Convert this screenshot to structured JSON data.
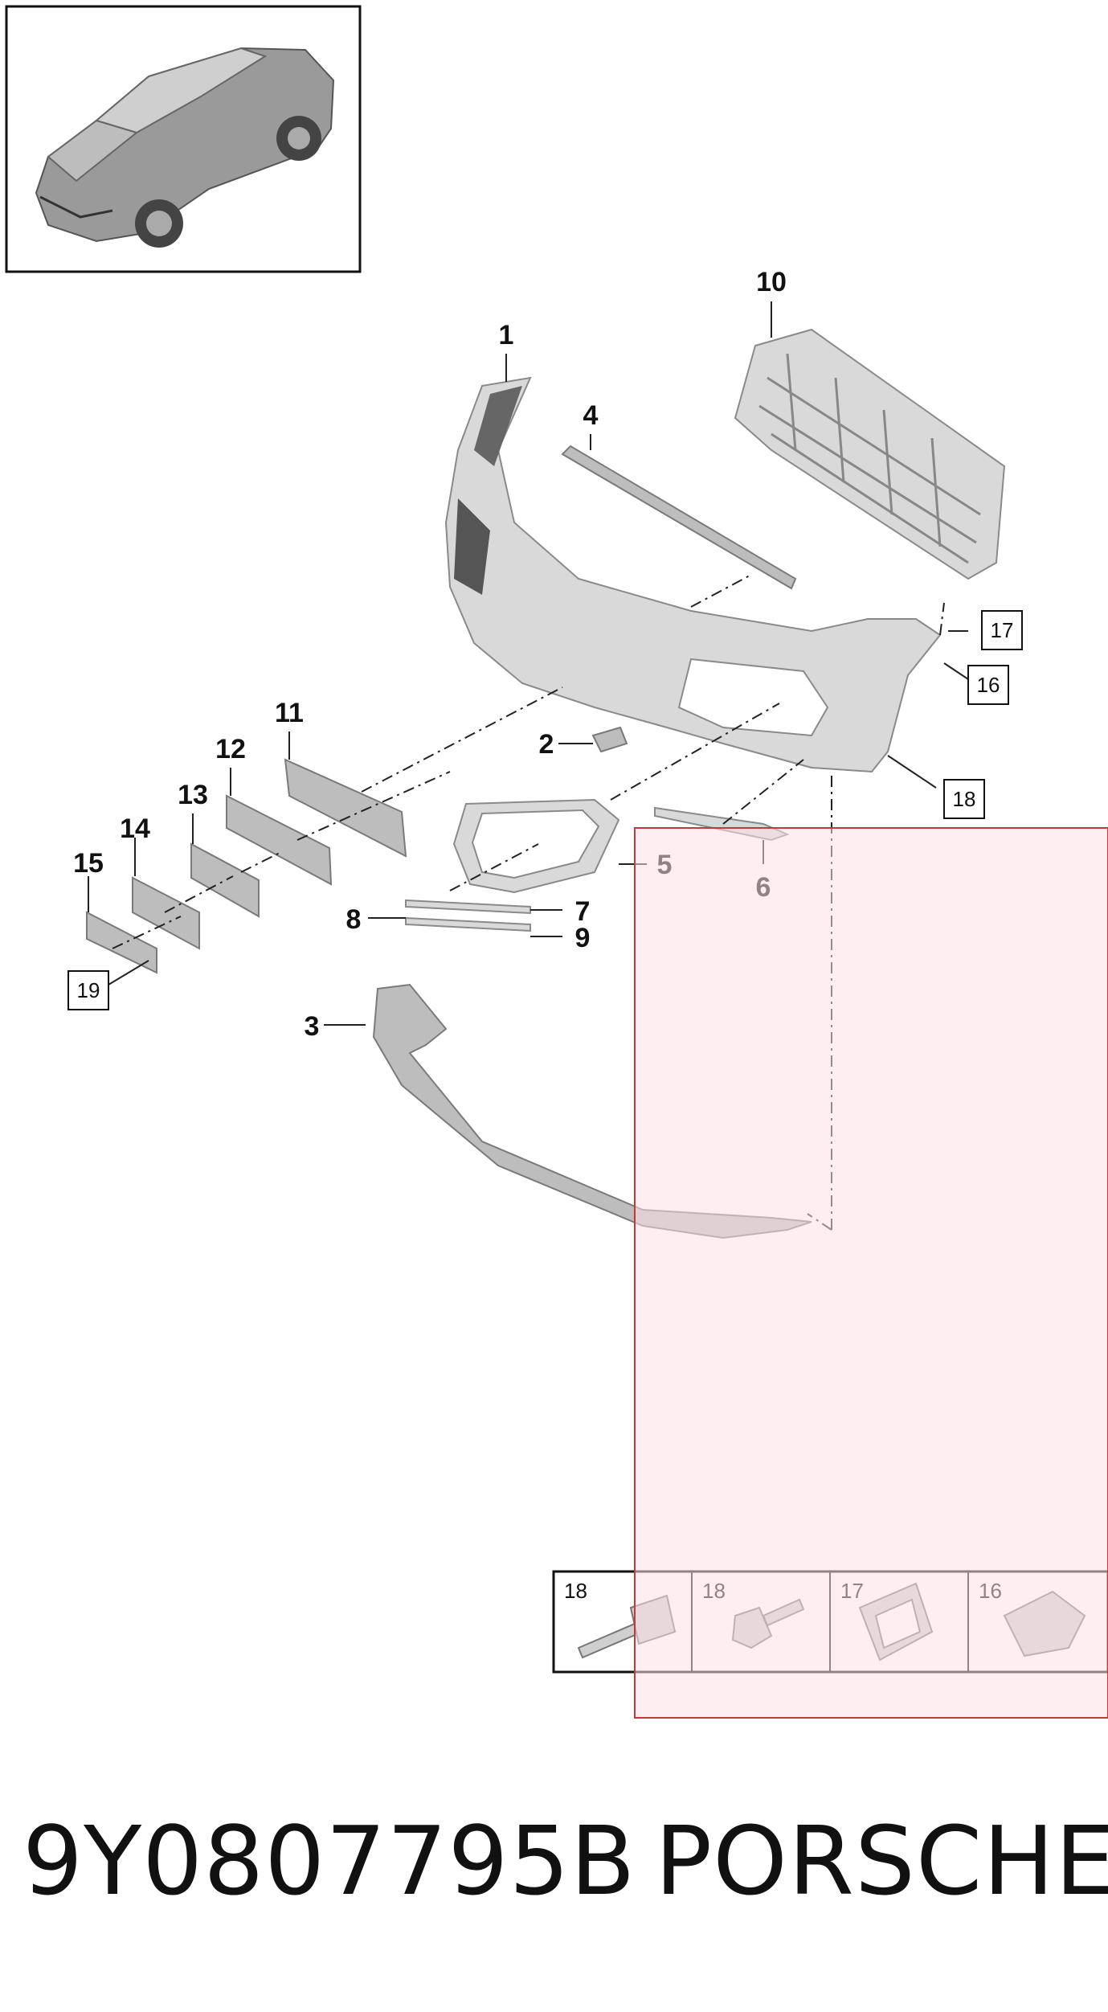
{
  "callouts": [
    {
      "id": "1",
      "label": "1"
    },
    {
      "id": "2",
      "label": "2"
    },
    {
      "id": "3",
      "label": "3"
    },
    {
      "id": "4",
      "label": "4"
    },
    {
      "id": "5",
      "label": "5"
    },
    {
      "id": "6",
      "label": "6"
    },
    {
      "id": "7",
      "label": "7"
    },
    {
      "id": "8",
      "label": "8"
    },
    {
      "id": "9",
      "label": "9"
    },
    {
      "id": "10",
      "label": "10"
    },
    {
      "id": "11",
      "label": "11"
    },
    {
      "id": "12",
      "label": "12"
    },
    {
      "id": "13",
      "label": "13"
    },
    {
      "id": "14",
      "label": "14"
    },
    {
      "id": "15",
      "label": "15"
    }
  ],
  "boxed_refs": [
    {
      "id": "16",
      "label": "16"
    },
    {
      "id": "17",
      "label": "17"
    },
    {
      "id": "18",
      "label": "18"
    },
    {
      "id": "19",
      "label": "19"
    }
  ],
  "fastener_panel": [
    {
      "label": "18"
    },
    {
      "label": "18"
    },
    {
      "label": "17"
    },
    {
      "label": "16"
    }
  ],
  "footer": {
    "part_number": "9Y0807795B",
    "brand": "PORSCHE"
  },
  "colors": {
    "highlight_fill": "#fde0e6",
    "highlight_stroke": "#c0393b"
  }
}
